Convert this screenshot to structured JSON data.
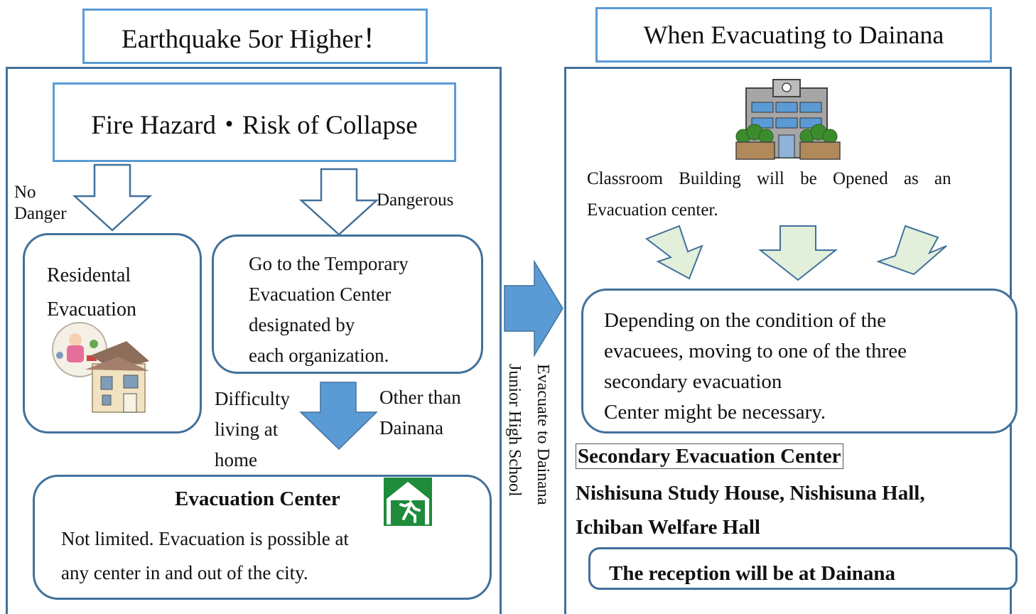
{
  "left": {
    "title": "Earthquake 5or Higher！",
    "hazard_title": "Fire Hazard・Risk of Collapse",
    "no_danger": [
      "No",
      "Danger"
    ],
    "dangerous": "Dangerous",
    "residental": [
      "Residental",
      "Evacuation"
    ],
    "temporary": [
      "Go to the Temporary",
      "Evacuation Center",
      "designated by",
      "each organization."
    ],
    "difficulty": [
      "Difficulty",
      "living at",
      "home"
    ],
    "other_than": [
      "Other than",
      "Dainana"
    ],
    "evac_center_title": "Evacuation Center",
    "evac_center_text": [
      "Not limited. Evacuation is possible at",
      "any center in and out of the city."
    ]
  },
  "middle": {
    "vertical_label": [
      "Evacuate to Dainana",
      "Junior High School"
    ]
  },
  "right": {
    "title": "When Evacuating to Dainana",
    "classroom_text": [
      "Classroom Building will be Opened as an",
      "Evacuation center."
    ],
    "condition_text": [
      "Depending on the condition of the",
      "evacuees, moving to one of the three",
      "secondary evacuation",
      "Center might be necessary."
    ],
    "secondary_label": "Secondary Evacuation Center",
    "secondary_places": [
      "Nishisuna Study House, Nishisuna Hall,",
      "Ichiban Welfare Hall"
    ],
    "reception": "The reception will be at Dainana"
  },
  "colors": {
    "title_border": "#5b9bd5",
    "panel_border": "#41719c",
    "blue_arrow": "#5b9bd5",
    "green_arrow_fill": "#e2efda",
    "exit_sign": "#1e8c3a"
  }
}
